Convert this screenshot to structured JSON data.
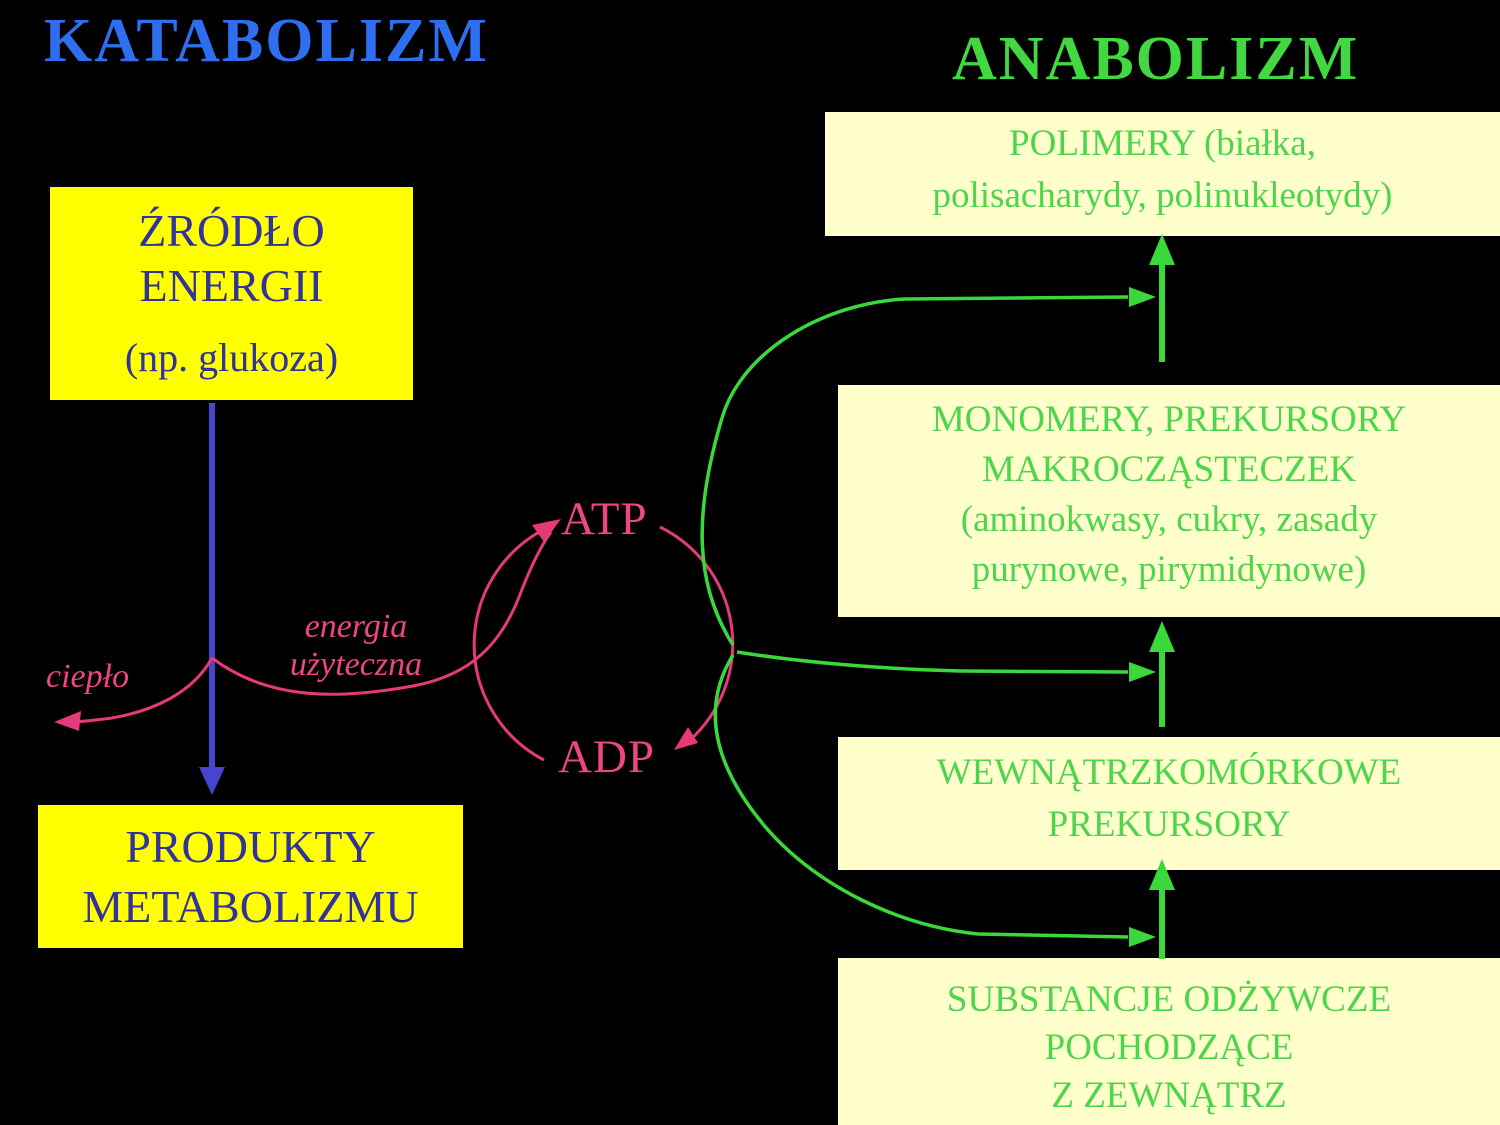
{
  "slide": {
    "title_left": "KATABOLIZM",
    "title_right": "ANABOLIZM"
  },
  "katabolizm": {
    "source_box": {
      "line1": "ŹRÓDŁO",
      "line2": "ENERGII",
      "subtitle": "(np. glukoza)"
    },
    "products_box": {
      "line1": "PRODUKTY",
      "line2": "METABOLIZMU"
    }
  },
  "cycle": {
    "atp": "ATP",
    "adp": "ADP",
    "heat_label": "ciepło",
    "useful_energy_line1": "energia",
    "useful_energy_line2": "użyteczna"
  },
  "anabolizm": {
    "boxes": [
      {
        "id": "polimery",
        "lines": [
          "POLIMERY (białka,",
          "polisacharydy, polinukleotydy)"
        ]
      },
      {
        "id": "monomery",
        "lines": [
          "MONOMERY, PREKURSORY",
          "MAKROCZĄSTECZEK",
          "(aminokwasy, cukry, zasady",
          "purynowe, pirymidynowe)"
        ]
      },
      {
        "id": "wewnatrzkomorkowe-prekursory",
        "lines": [
          "WEWNĄTRZKOMÓRKOWE",
          "PREKURSORY"
        ]
      },
      {
        "id": "substancje-odzywcze",
        "lines": [
          "SUBSTANCJE ODŻYWCZE",
          "POCHODZĄCE",
          "Z ZEWNĄTRZ"
        ]
      }
    ]
  },
  "colors": {
    "background": "#000000",
    "katabolizm_title": "#2e6ff2",
    "anabolizm_title": "#41d841",
    "yellow_box": "#ffff00",
    "yellow_box_text": "#31339b",
    "cream_box": "#ffffcb",
    "cream_box_text": "#4dd54d",
    "pink": "#ee4583",
    "blue_arrow": "#4545d0",
    "green_arrow": "#3bd83b"
  }
}
